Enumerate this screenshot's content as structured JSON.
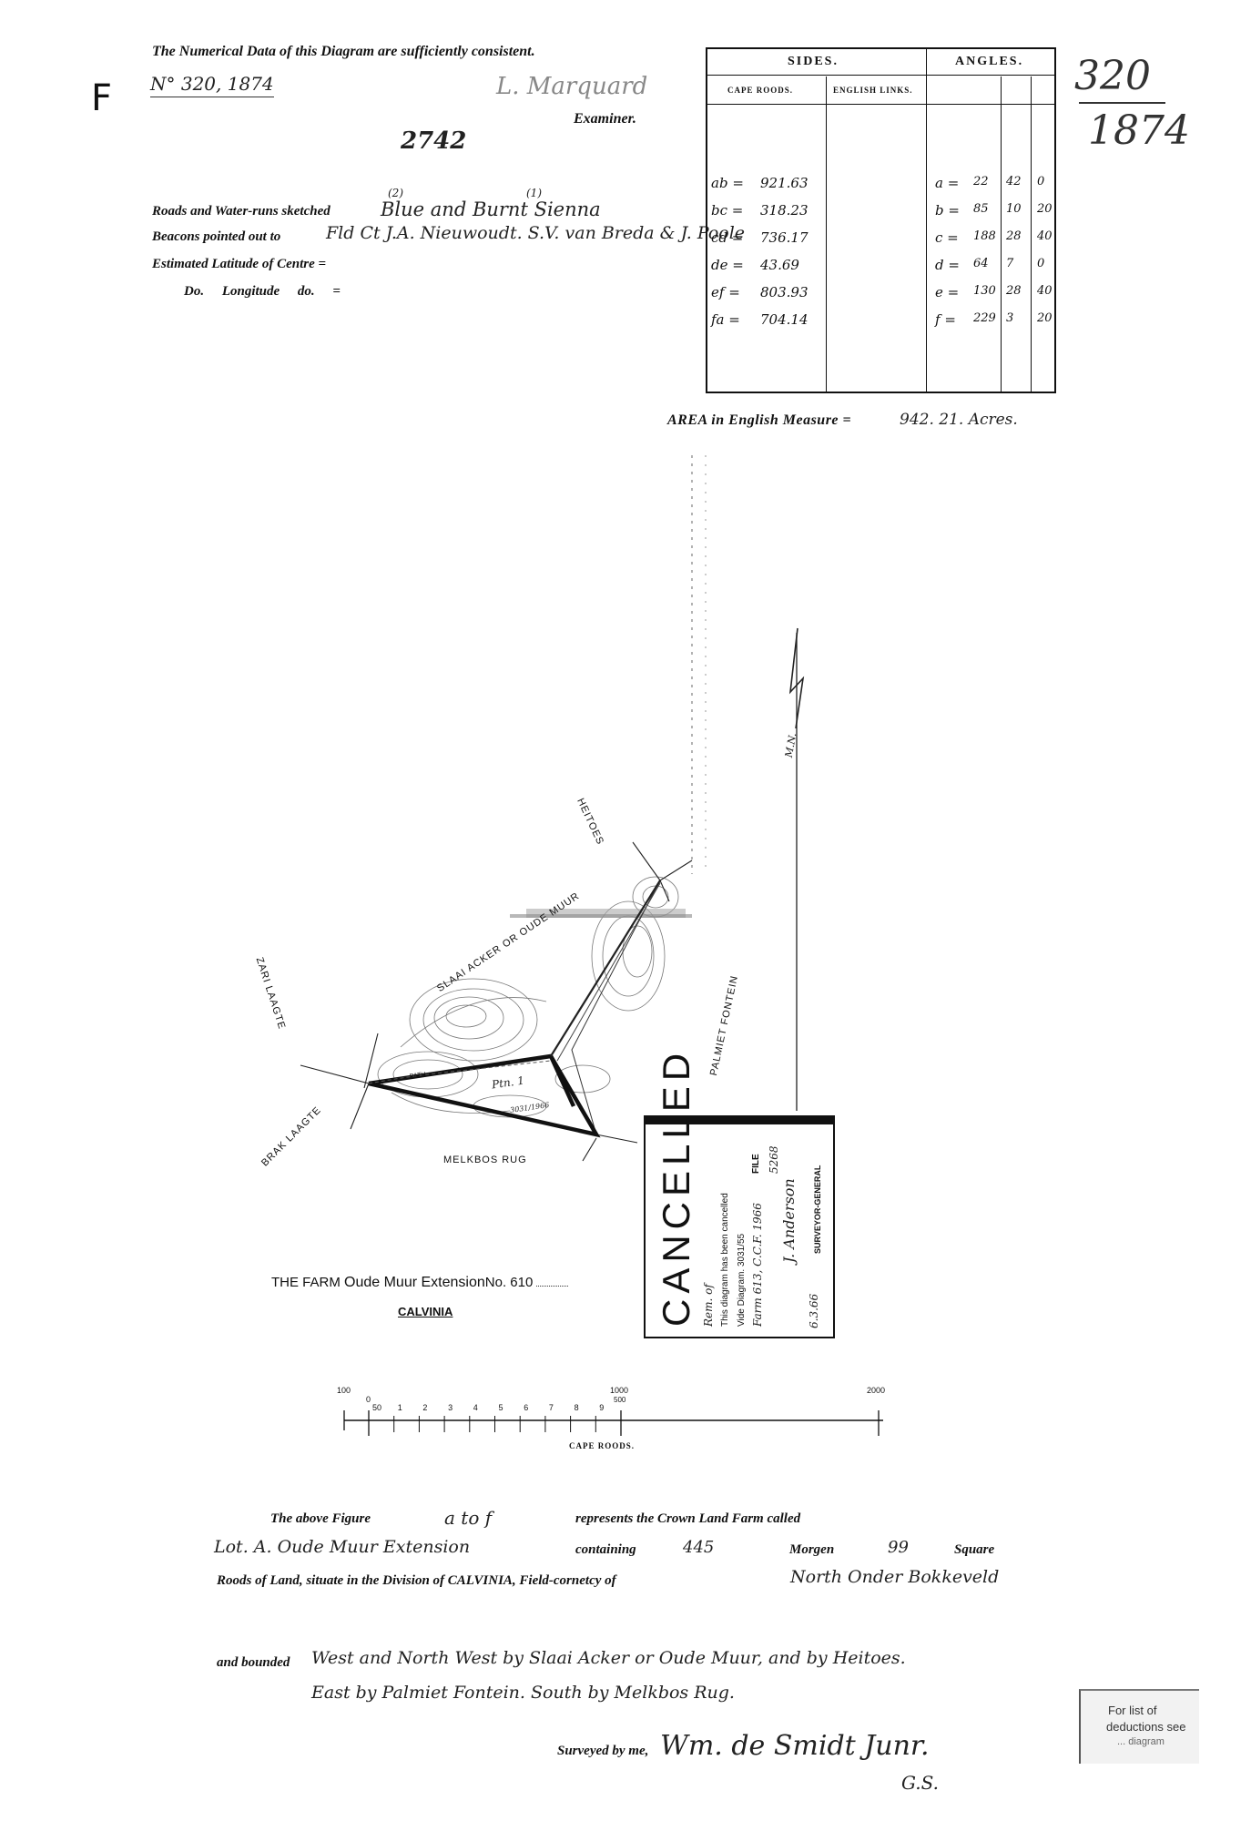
{
  "header": {
    "consistency_text": "The Numerical Data of this Diagram are sufficiently consistent.",
    "ref_number": "N° 320, 1874",
    "examiner_signature": "L. Marquard",
    "examiner_label": "Examiner.",
    "diagram_no": "2742",
    "roads_label": "Roads and Water-runs sketched",
    "roads_value": "Blue and Burnt Sienna",
    "roads_note_2": "(2)",
    "roads_note_1": "(1)",
    "beacons_label": "Beacons pointed out to",
    "beacons_value": "Fld Ct J.A. Nieuwoudt. S.V. van Breda & J. Poole",
    "latitude_label": "Estimated Latitude of Centre =",
    "longitude_label": "Do. Longitude do. =",
    "top_left_letter": "F",
    "corner_ref_top": "320",
    "corner_ref_bottom": "1874"
  },
  "table": {
    "sides_header": "SIDES.",
    "angles_header": "ANGLES.",
    "cape_roods_header": "CAPE ROODS.",
    "english_links_header": "ENGLISH LINKS.",
    "sides": [
      {
        "name": "ab =",
        "value": "921.63"
      },
      {
        "name": "bc =",
        "value": "318.23"
      },
      {
        "name": "cd =",
        "value": "736.17"
      },
      {
        "name": "de =",
        "value": "43.69"
      },
      {
        "name": "ef =",
        "value": "803.93"
      },
      {
        "name": "fa =",
        "value": "704.14"
      }
    ],
    "angles": [
      {
        "name": "a =",
        "deg": "22",
        "min": "42",
        "sec": "0"
      },
      {
        "name": "b =",
        "deg": "85",
        "min": "10",
        "sec": "20"
      },
      {
        "name": "c =",
        "deg": "188",
        "min": "28",
        "sec": "40"
      },
      {
        "name": "d =",
        "deg": "64",
        "min": "7",
        "sec": "0"
      },
      {
        "name": "e =",
        "deg": "130",
        "min": "28",
        "sec": "40"
      },
      {
        "name": "f =",
        "deg": "229",
        "min": "3",
        "sec": "20"
      }
    ]
  },
  "area": {
    "label": "AREA in English Measure =",
    "value": "942. 21. Acres."
  },
  "map": {
    "north_label": "M.N.",
    "labels": {
      "heitoes": "HEITOES",
      "slaai_acker": "SLAAI ACKER OR OUDE MUUR",
      "zari_laagte": "ZARI LAAGTE",
      "palmiet_fontein": "PALMIET FONTEIN",
      "brak_laagte": "BRAK LAAGTE",
      "melkbos_rug": "MELKBOS RUG",
      "path": "PATH",
      "inner_note": "Ptn. 1",
      "inner_ref": "3031/1966"
    }
  },
  "farm": {
    "prefix": "THE FARM",
    "name": "Oude Muur Extension",
    "no_label": "No.",
    "number": "610",
    "division": "CALVINIA"
  },
  "stamp": {
    "title": "CANCELLED",
    "line1": "Rem. of",
    "line2": "This diagram has been cancelled",
    "line3": "Vide Diagram. 3031/55",
    "line4": "Farm 613, C.C.F. 1966",
    "line5": "FILE",
    "line6": "5268",
    "sig": "J. Anderson",
    "role": "SURVEYOR-GENERAL",
    "date": "6.3.66"
  },
  "scale": {
    "left_label": "100",
    "zero": "0",
    "small_ticks": [
      "50",
      "1",
      "2",
      "3",
      "4",
      "5",
      "6",
      "7",
      "8",
      "9"
    ],
    "mid_label": "1000",
    "mid_sub": "500",
    "right_label": "2000",
    "unit": "CAPE ROODS."
  },
  "description": {
    "line1_a": "The above Figure",
    "line1_b": "a to f",
    "line1_c": "represents the Crown Land Farm called",
    "line2_a": "Lot. A. Oude Muur Extension",
    "line2_b": "containing",
    "line2_c": "445",
    "line2_d": "Morgen",
    "line2_e": "99",
    "line2_f": "Square",
    "line3_a": "Roods of Land, situate in the Division of CALVINIA, Field-cornetcy of",
    "line3_b": "North Onder Bokkeveld",
    "line4_a": "and bounded",
    "line4_b": "West and North West by Slaai Acker or Oude Muur, and by Heitoes.",
    "line5": "East by Palmiet Fontein. South by Melkbos Rug.",
    "surveyed_label": "Surveyed by me,",
    "surveyor_sig": "Wm. de Smidt Junr.",
    "surveyor_title": "G.S."
  },
  "ref_stamp": {
    "line1": "For list of",
    "line2": "deductions see",
    "line3": "... diagram"
  }
}
